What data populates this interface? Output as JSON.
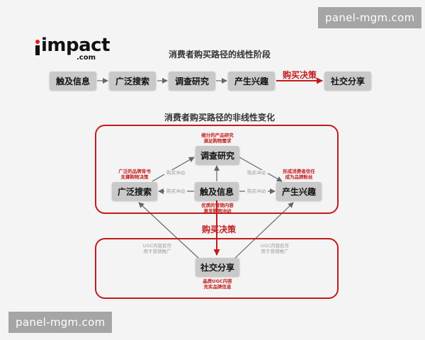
{
  "watermark_text": "panel-mgm.com",
  "logo": {
    "word": "impact",
    "sub": ".com"
  },
  "linear": {
    "title": "消费者购买路径的线性阶段",
    "stages": [
      "触及信息",
      "广泛搜索",
      "调查研究",
      "产生兴趣"
    ],
    "decision_label": "购买决策",
    "final_stage": "社交分享"
  },
  "nonlinear": {
    "title": "消费者购买路径的非线性变化",
    "nodes": {
      "top": "调查研究",
      "left": "广泛搜索",
      "center": "触及信息",
      "right": "产生兴趣",
      "bottom": "社交分享"
    },
    "notes": {
      "top": "细分的产品研究\n满足购物需求",
      "left": "广泛的品牌背书\n支撑购物决策",
      "right": "形成消费者信任\n成为品牌粉丝",
      "center_below": "优质的营销内容\n激发购物冲动",
      "bottom_below": "晶质UGC内容\n充实品牌信息",
      "impulse_upper_left": "购买冲动",
      "impulse_upper_right": "购买冲动",
      "impulse_mid_left": "购买冲动",
      "impulse_mid_right": "购买冲动",
      "ugc_left": "UGC内容反作\n用于营销推广",
      "ugc_right": "UGC内容反作\n用于营销推广"
    },
    "decision_label": "购买决策"
  },
  "colors": {
    "accent_red": "#c31b1b",
    "box_grey": "#c9c9c9",
    "arrow_grey": "#666666"
  }
}
